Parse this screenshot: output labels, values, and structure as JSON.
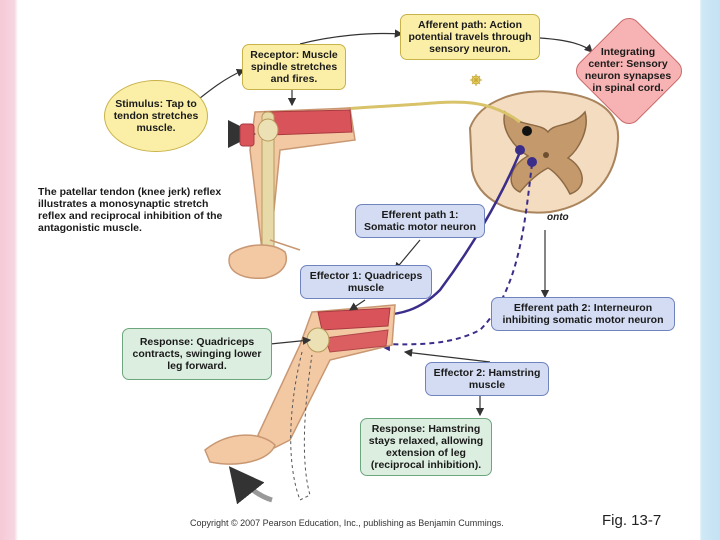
{
  "labels": {
    "afferent": "Afferent path: Action potential travels through sensory neuron.",
    "receptor": "Receptor: Muscle spindle stretches and fires.",
    "integrating": "Integrating center: Sensory neuron synapses in spinal cord.",
    "stimulus": "Stimulus: Tap to tendon stretches muscle.",
    "description": "The patellar tendon (knee jerk) reflex illustrates a monosynaptic stretch reflex and reciprocal inhibition of the antagonistic muscle.",
    "efferent1": "Efferent path 1: Somatic motor neuron",
    "onto": "onto",
    "effector1": "Effector 1: Quadriceps muscle",
    "efferent2": "Efferent path 2: Interneuron inhibiting somatic motor neuron",
    "response1": "Response: Quadriceps contracts, swinging lower leg forward.",
    "effector2": "Effector 2: Hamstring muscle",
    "response2": "Response: Hamstring stays relaxed, allowing extension of leg (reciprocal inhibition)."
  },
  "footer": {
    "copyright": "Copyright © 2007 Pearson Education, Inc., publishing as Benjamin Cummings.",
    "figure": "Fig. 13-7"
  },
  "colors": {
    "yellow_box": "#fbefa8",
    "blue_box": "#d3dcf2",
    "green_box": "#dceee0",
    "integrating_box": "#f7b3b3",
    "skin": "#f3c9a4",
    "muscle": "#d9545a",
    "neuron_purple": "#3b2e8a"
  }
}
